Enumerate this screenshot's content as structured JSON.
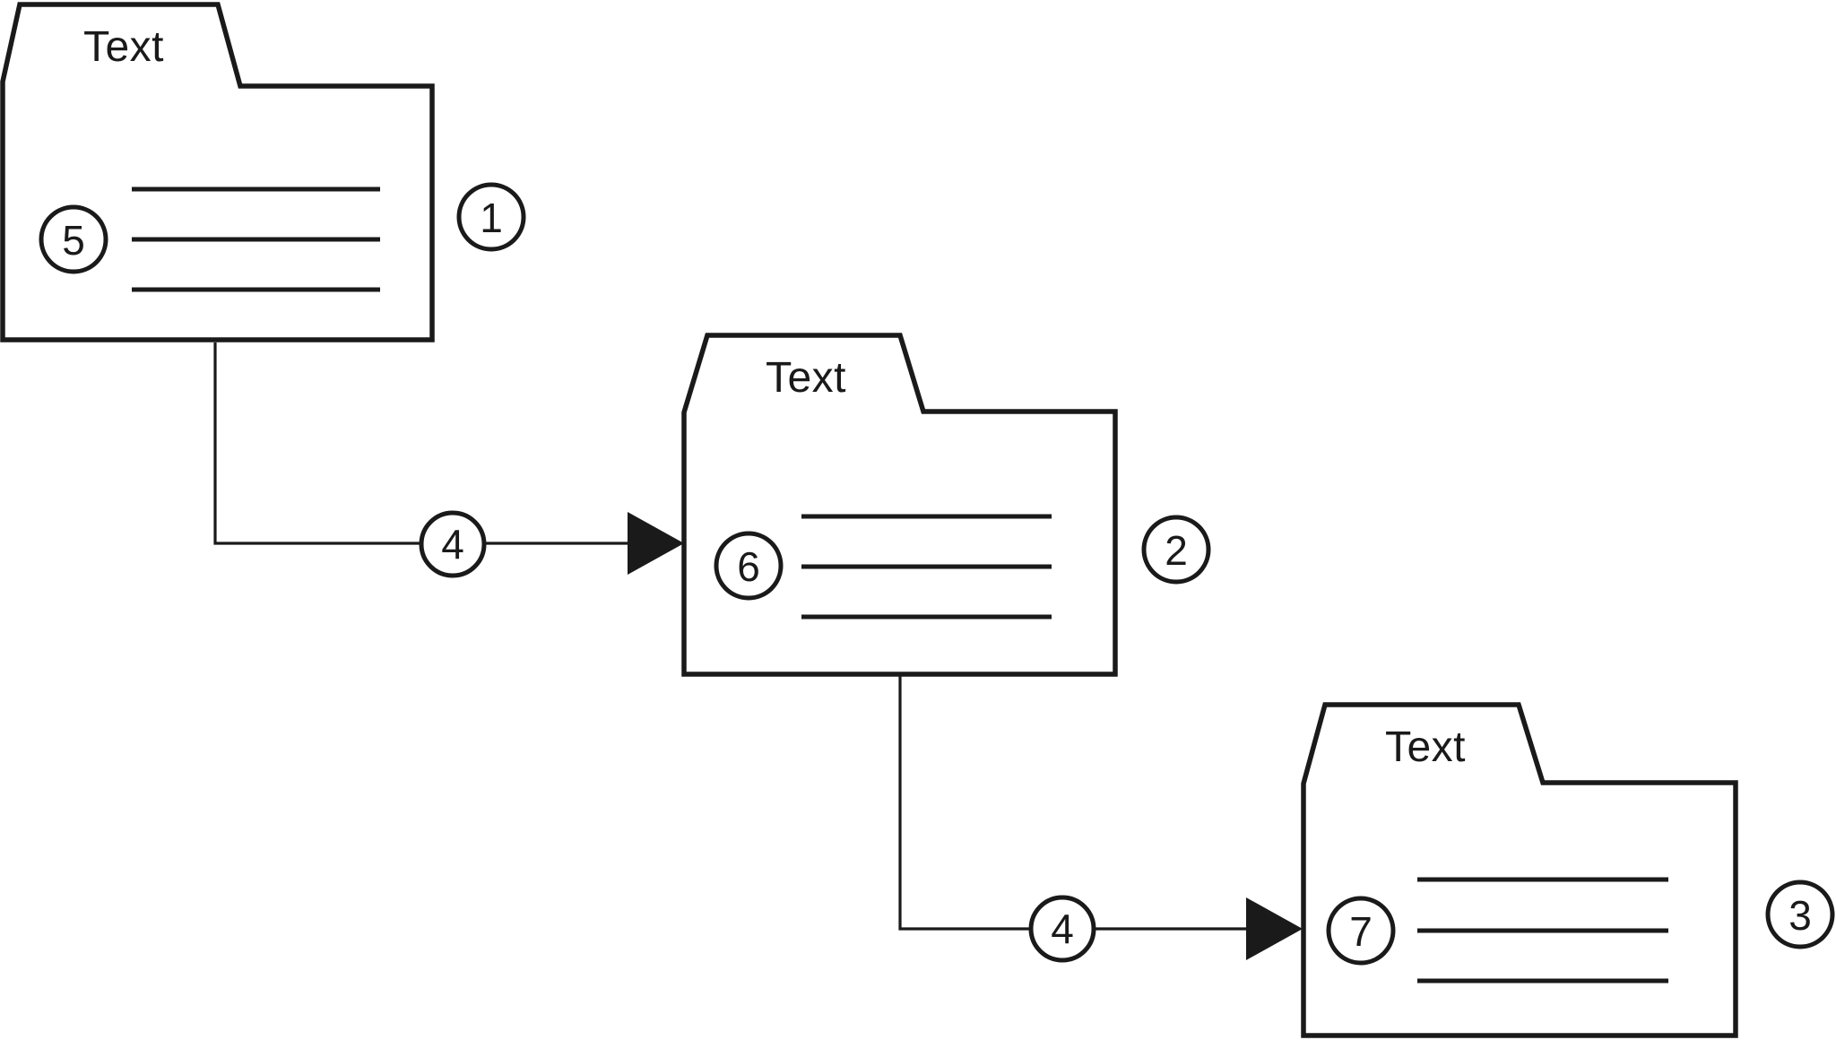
{
  "diagram": {
    "background_color": "#ffffff",
    "line_color": "#1a1a1a",
    "folders": [
      {
        "tab_label": "Text",
        "content_marker": "5",
        "ref_marker": "1",
        "content_lines_count": 3
      },
      {
        "tab_label": "Text",
        "content_marker": "6",
        "ref_marker": "2",
        "content_lines_count": 3
      },
      {
        "tab_label": "Text",
        "content_marker": "7",
        "ref_marker": "3",
        "content_lines_count": 3
      }
    ],
    "connectors": [
      {
        "label": "4",
        "from_ref": "1",
        "to_ref": "2",
        "arrow": "solid-triangle"
      },
      {
        "label": "4",
        "from_ref": "2",
        "to_ref": "3",
        "arrow": "solid-triangle"
      }
    ]
  }
}
